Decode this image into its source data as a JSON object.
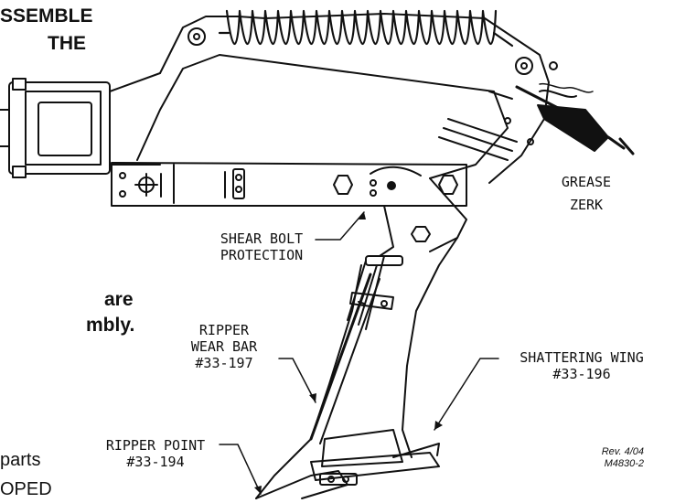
{
  "side_text": {
    "line1": "SSEMBLE",
    "line2": "THE",
    "line3": "are",
    "line4": "mbly.",
    "line5": "parts",
    "line6": "OPED"
  },
  "labels": {
    "grease_zerk_1": "GREASE",
    "grease_zerk_2": "ZERK",
    "shear_bolt_1": "SHEAR BOLT",
    "shear_bolt_2": "PROTECTION",
    "wear_bar_1": "RIPPER",
    "wear_bar_2": "WEAR BAR",
    "wear_bar_3": "#33-197",
    "shattering_wing_1": "SHATTERING WING",
    "shattering_wing_2": "#33-196",
    "ripper_point_1": "RIPPER POINT",
    "ripper_point_2": "#33-194"
  },
  "revision": {
    "rev": "Rev. 4/04",
    "code": "M4830-2"
  }
}
